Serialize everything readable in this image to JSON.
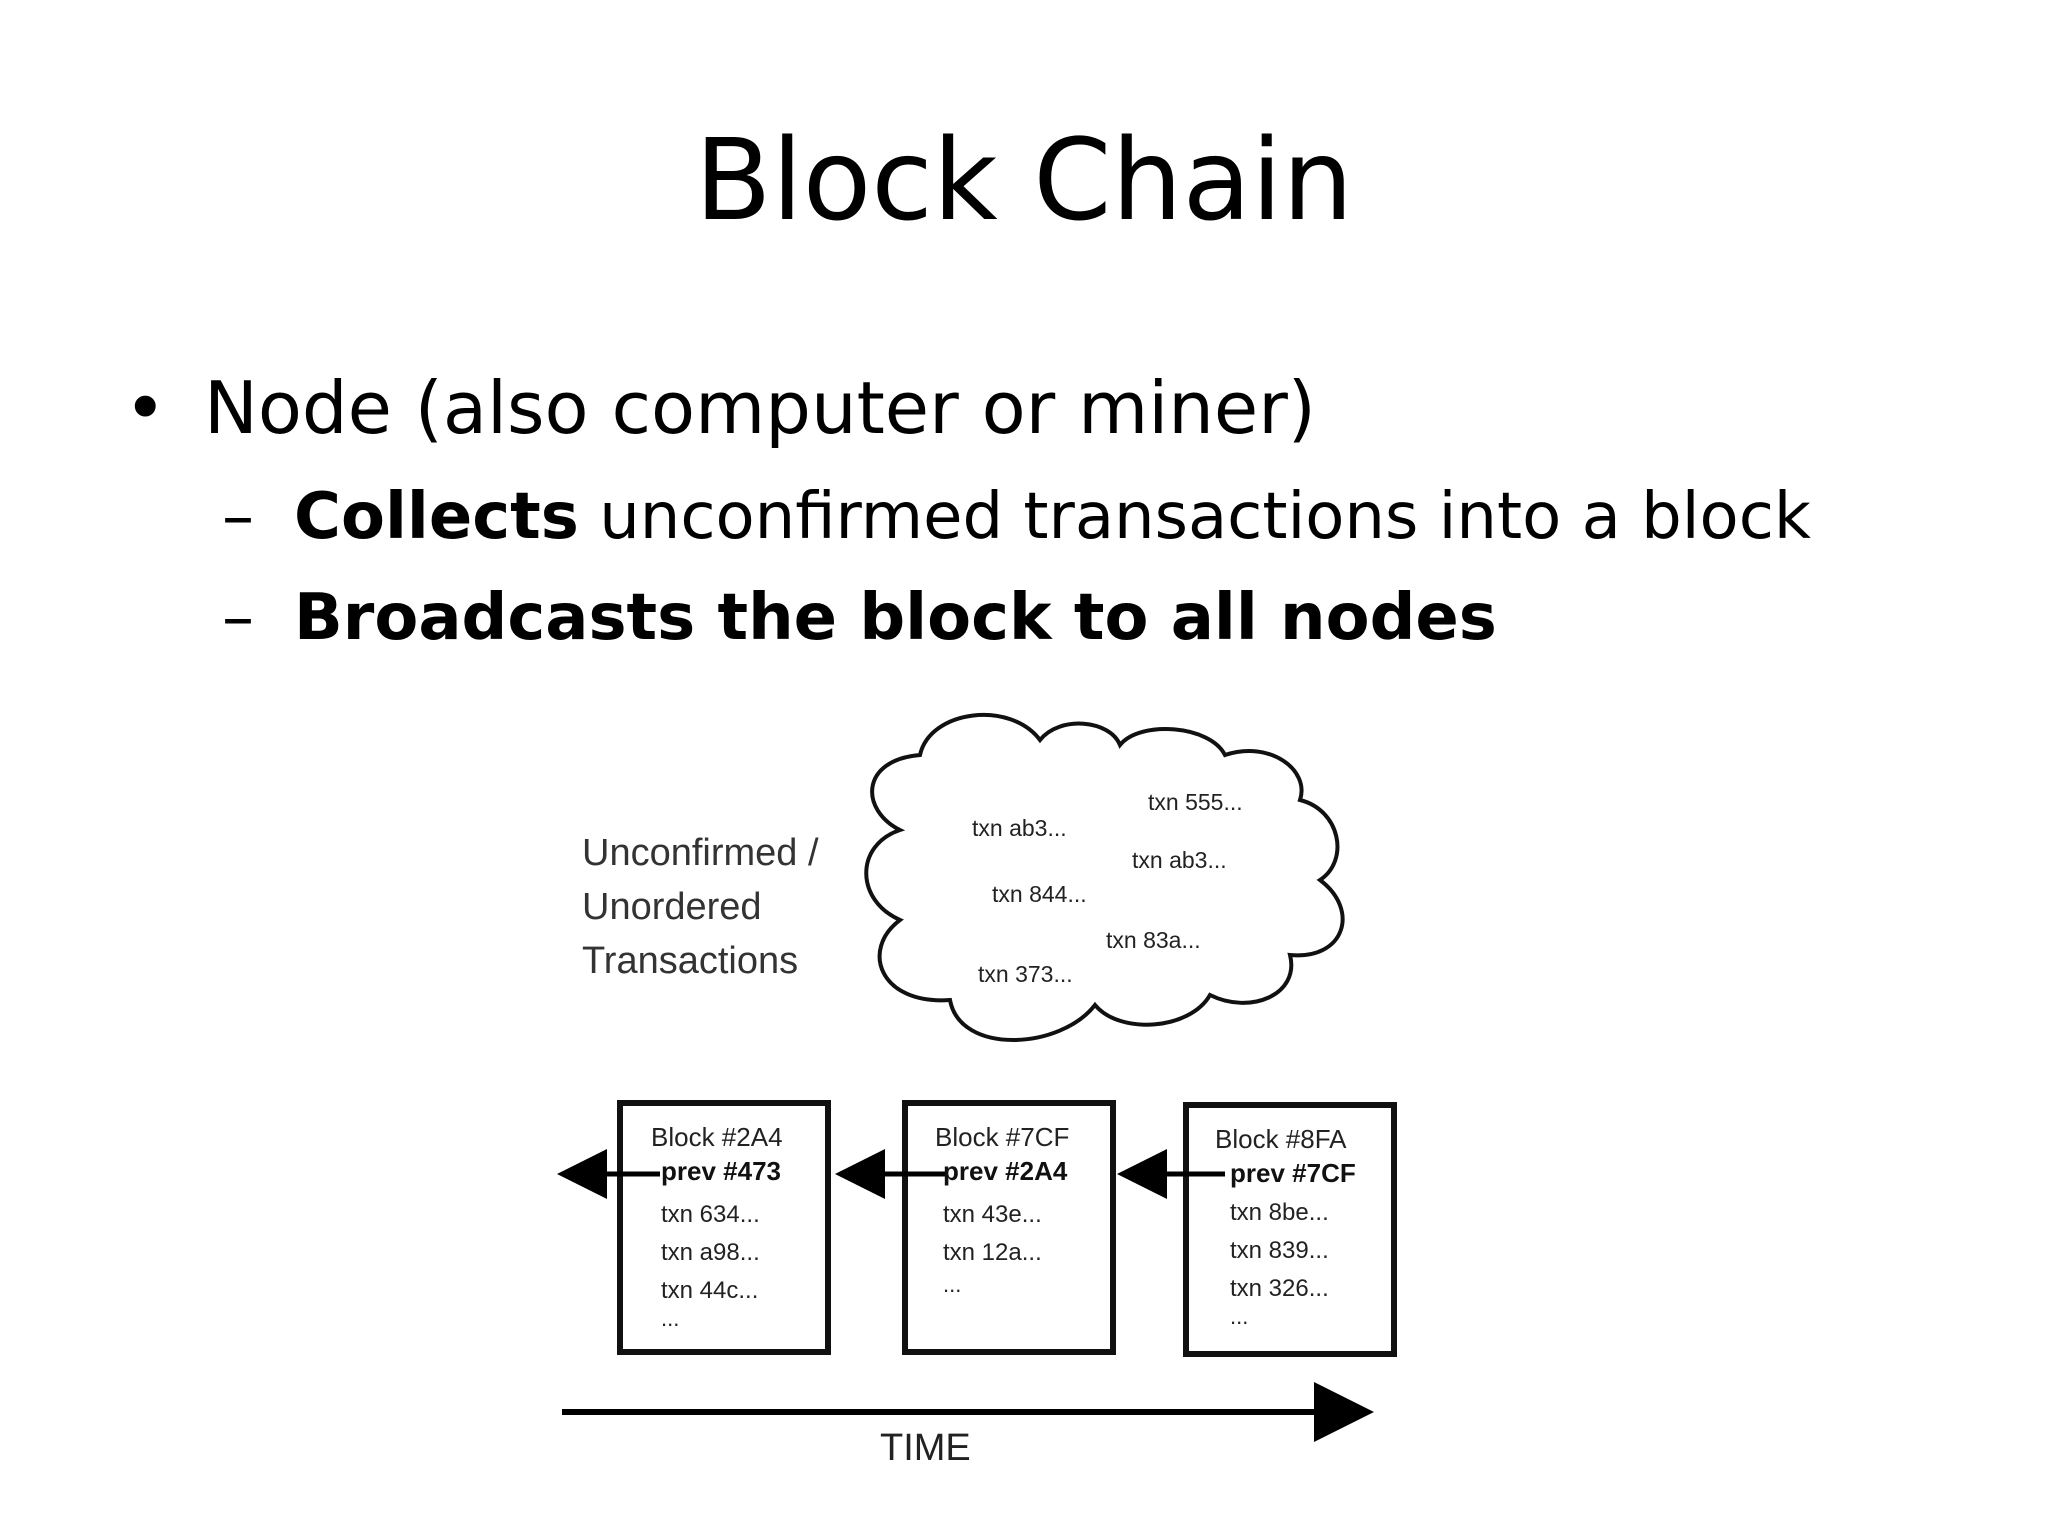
{
  "slide": {
    "title": "Block Chain",
    "bullet": "Node (also computer or miner)",
    "bullet_marker": "•",
    "sub_marker": "–",
    "sub_items": [
      {
        "bold": "Collects",
        "rest": " unconfirmed transactions into a block"
      },
      {
        "bold": "Broadcasts the block to all nodes",
        "rest": ""
      }
    ]
  },
  "diagram": {
    "pool_label": [
      "Unconfirmed /",
      "Unordered",
      "Transactions"
    ],
    "cloud_txns": [
      "txn ab3...",
      "txn 555...",
      "txn ab3...",
      "txn 844...",
      "txn 83a...",
      "txn 373..."
    ],
    "blocks": [
      {
        "name": "Block #2A4",
        "prev": "prev #473",
        "txns": [
          "txn 634...",
          "txn a98...",
          "txn 44c...",
          "..."
        ]
      },
      {
        "name": "Block #7CF",
        "prev": "prev #2A4",
        "txns": [
          "txn 43e...",
          "txn 12a...",
          "..."
        ]
      },
      {
        "name": "Block #8FA",
        "prev": "prev #7CF",
        "txns": [
          "txn 8be...",
          "txn 839...",
          "txn 326...",
          "..."
        ]
      }
    ],
    "time_label": "TIME"
  }
}
